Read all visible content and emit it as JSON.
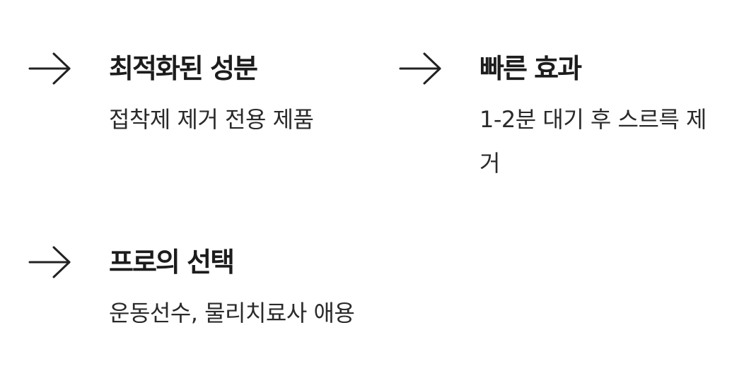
{
  "features": [
    {
      "icon": "arrow-right-icon",
      "title": "최적화된 성분",
      "description": "접착제 제거 전용 제품"
    },
    {
      "icon": "arrow-right-icon",
      "title": "빠른 효과",
      "description": "1-2분 대기 후 스르륵 제거"
    },
    {
      "icon": "arrow-right-icon",
      "title": "프로의 선택",
      "description": "운동선수, 물리치료사 애용"
    }
  ],
  "colors": {
    "text": "#222222",
    "arrow": "#222222",
    "background": "#ffffff"
  }
}
